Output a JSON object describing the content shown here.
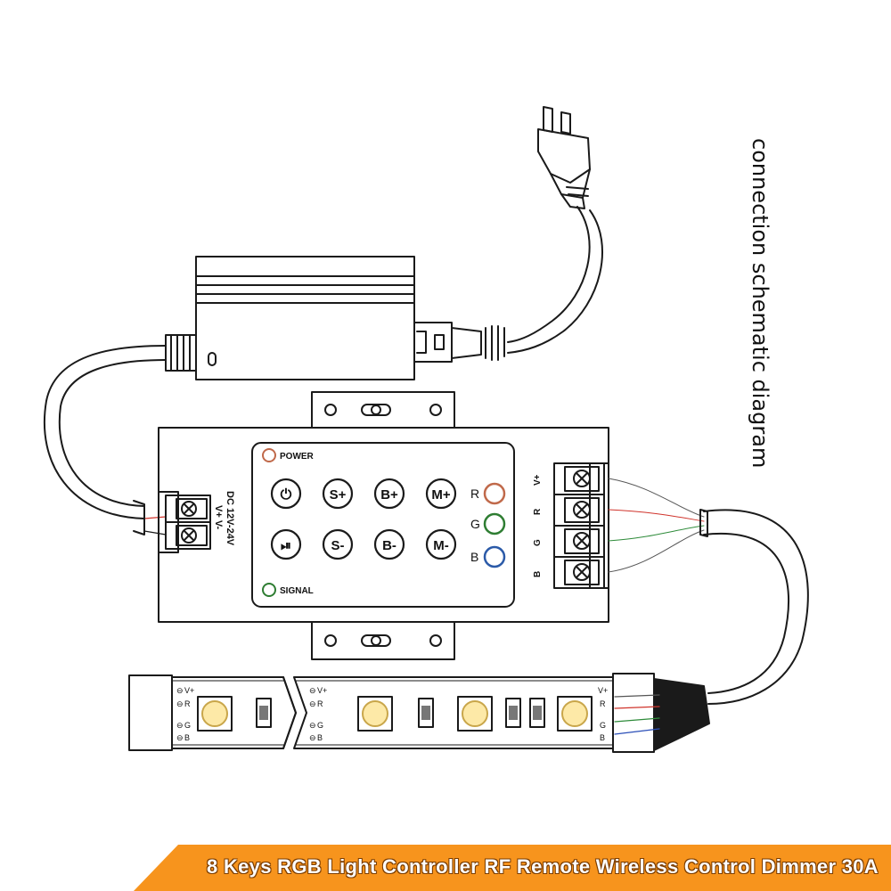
{
  "title": "connection schematic diagram",
  "footer": "8 Keys RGB Light Controller RF Remote Wireless Control Dimmer 30A",
  "colors": {
    "accent": "#f7941d",
    "power_ring": "#c0694a",
    "r_ring": "#c0694a",
    "g_ring": "#2e7d32",
    "b_ring": "#2b5aa8",
    "red_wire": "#d0342c",
    "green_wire": "#2e8b3a",
    "blue_wire": "#2b4fb8"
  },
  "controller": {
    "power_label": "POWER",
    "signal_label": "SIGNAL",
    "input_label_line1": "DC 12V-24V",
    "input_label_line2": "V+   V-",
    "buttons_row1": [
      "⏻",
      "S+",
      "B+",
      "M+"
    ],
    "buttons_row2": [
      "⏯",
      "S-",
      "B-",
      "M-"
    ],
    "rgb_indicators": [
      "R",
      "G",
      "B"
    ],
    "output_terminals": [
      "V+",
      "R",
      "G",
      "B"
    ]
  },
  "strip": {
    "pad_labels": [
      "V+",
      "R",
      "G",
      "B"
    ],
    "pad_marks": [
      "⊖",
      "⊖",
      "⊖",
      "⊖"
    ]
  }
}
